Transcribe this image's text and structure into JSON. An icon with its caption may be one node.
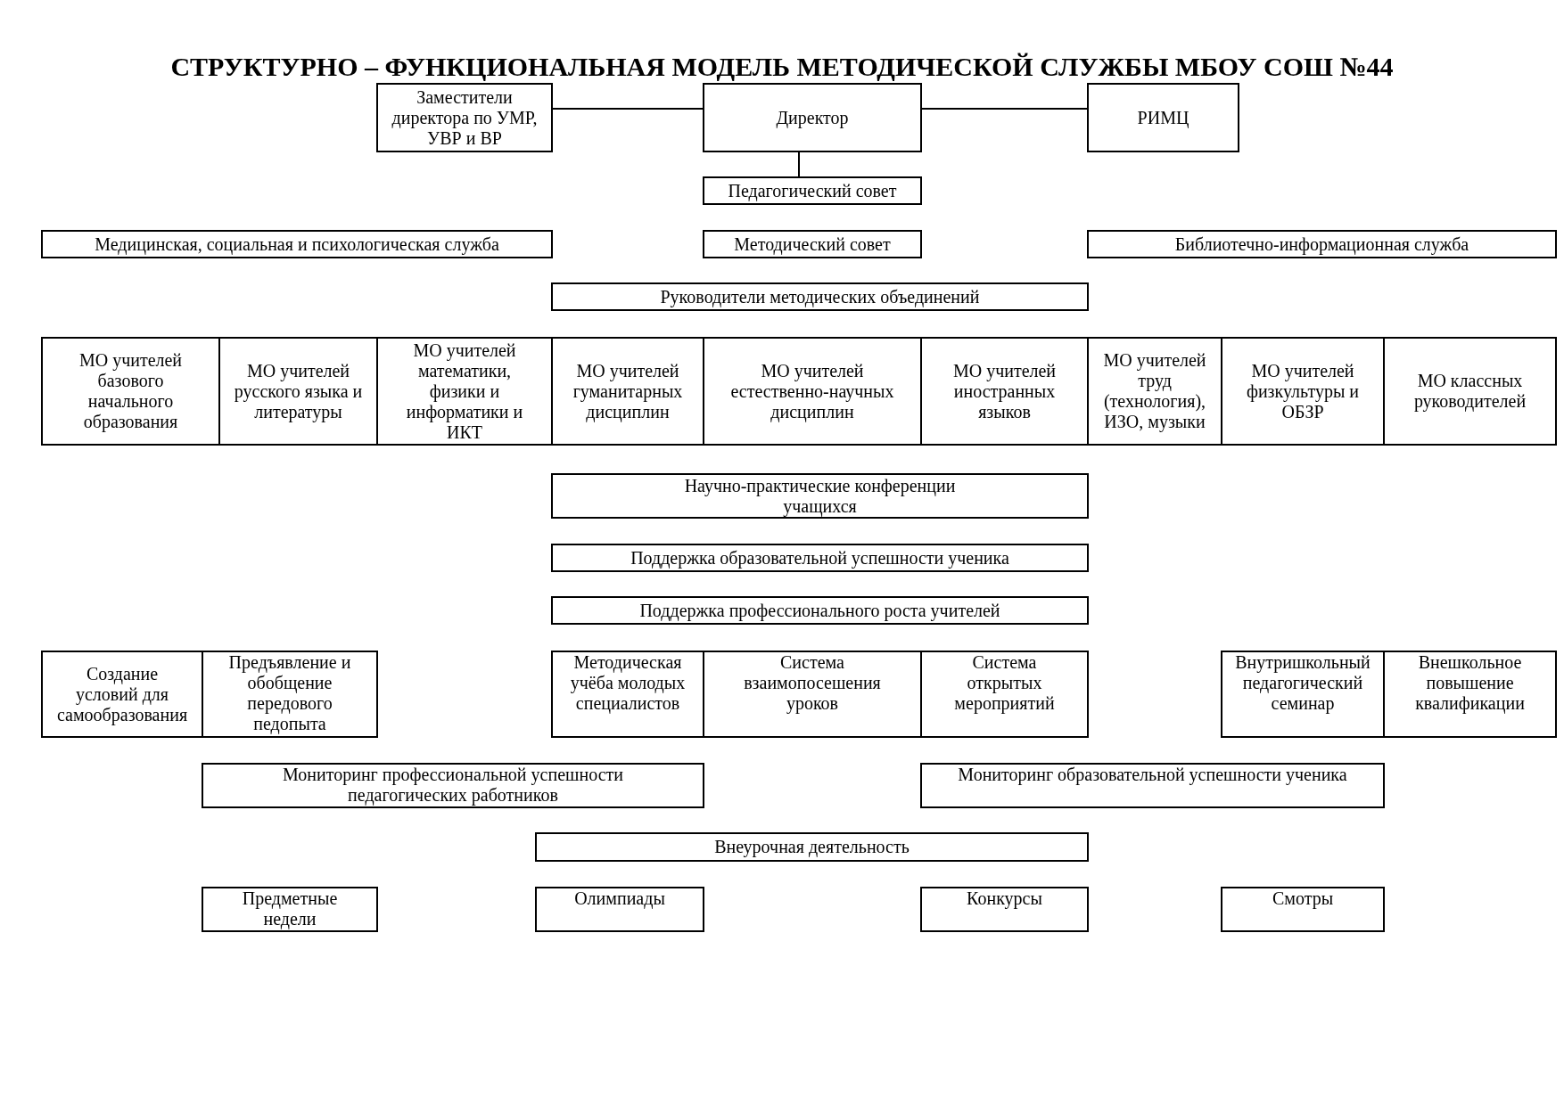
{
  "diagram": {
    "title": "СТРУКТУРНО – ФУНКЦИОНАЛЬНАЯ МОДЕЛЬ МЕТОДИЧЕСКОЙ СЛУЖБЫ МБОУ СОШ №44",
    "nodes": [
      {
        "text": [
          "Заместители директора по УМР, УВР и ВР"
        ]
      },
      {
        "text": [
          "Директор"
        ]
      },
      {
        "text": [
          "РИМЦ"
        ]
      },
      {
        "text": [
          "Педагогический совет"
        ]
      },
      {
        "text": [
          "Медицинская, социальная и психологическая служба"
        ]
      },
      {
        "text": [
          "Методический совет"
        ]
      },
      {
        "text": [
          "Библиотечно-информационная служба"
        ]
      },
      {
        "text": [
          "Руководители методических объединений"
        ]
      },
      {
        "text": [
          "МО учителей базового начального образования"
        ]
      },
      {
        "text": [
          "МО учителей русского языка и литературы"
        ]
      },
      {
        "text": [
          "МО учителей математики, физики и информатики и ИКТ"
        ]
      },
      {
        "text": [
          "МО учителей гуманитарных дисциплин"
        ]
      },
      {
        "text": [
          "МО учителей естественно-научных дисциплин"
        ]
      },
      {
        "text": [
          "МО учителей иностранных языков"
        ]
      },
      {
        "text": [
          "МО учителей труд (технология), ИЗО, музыки"
        ]
      },
      {
        "text": [
          "МО учителей физкультуры и ОБЗР"
        ]
      },
      {
        "text": [
          "МО классных руководителей"
        ]
      },
      {
        "text": [
          "Научно-практические конференции учащихся"
        ]
      },
      {
        "text": [
          "Поддержка образовательной успешности ученика"
        ]
      },
      {
        "text": [
          "Поддержка профессионального роста учителей"
        ]
      },
      {
        "text": [
          "Создание условий для самообразования"
        ]
      },
      {
        "text": [
          "Предъявление и обобщение передового педопыта"
        ]
      },
      {
        "text": [
          "Методическая учёба молодых специалистов"
        ]
      },
      {
        "text": [
          "Система взаимопосешения уроков"
        ]
      },
      {
        "text": [
          "Система открытых мероприятий"
        ]
      },
      {
        "text": [
          "Внутришкольный педагогический семинар"
        ]
      },
      {
        "text": [
          "Внешкольное повышение квалификации"
        ]
      },
      {
        "text": [
          "Мониторинг профессиональной успешности педагогических работников"
        ]
      },
      {
        "text": [
          "Мониторинг образовательной успешности ученика"
        ]
      },
      {
        "text": [
          "Внеурочная деятельность"
        ]
      },
      {
        "text": [
          "Предметные недели"
        ]
      },
      {
        "text": [
          "Олимпиады"
        ]
      },
      {
        "text": [
          "Конкурсы"
        ]
      },
      {
        "text": [
          "Смотры"
        ]
      }
    ],
    "edges": [
      {
        "from": 0,
        "to": 1,
        "arrow": "none"
      },
      {
        "from": 1,
        "to": 2,
        "arrow": "none"
      },
      {
        "from": 1,
        "to": 3,
        "arrow": "none"
      }
    ]
  }
}
